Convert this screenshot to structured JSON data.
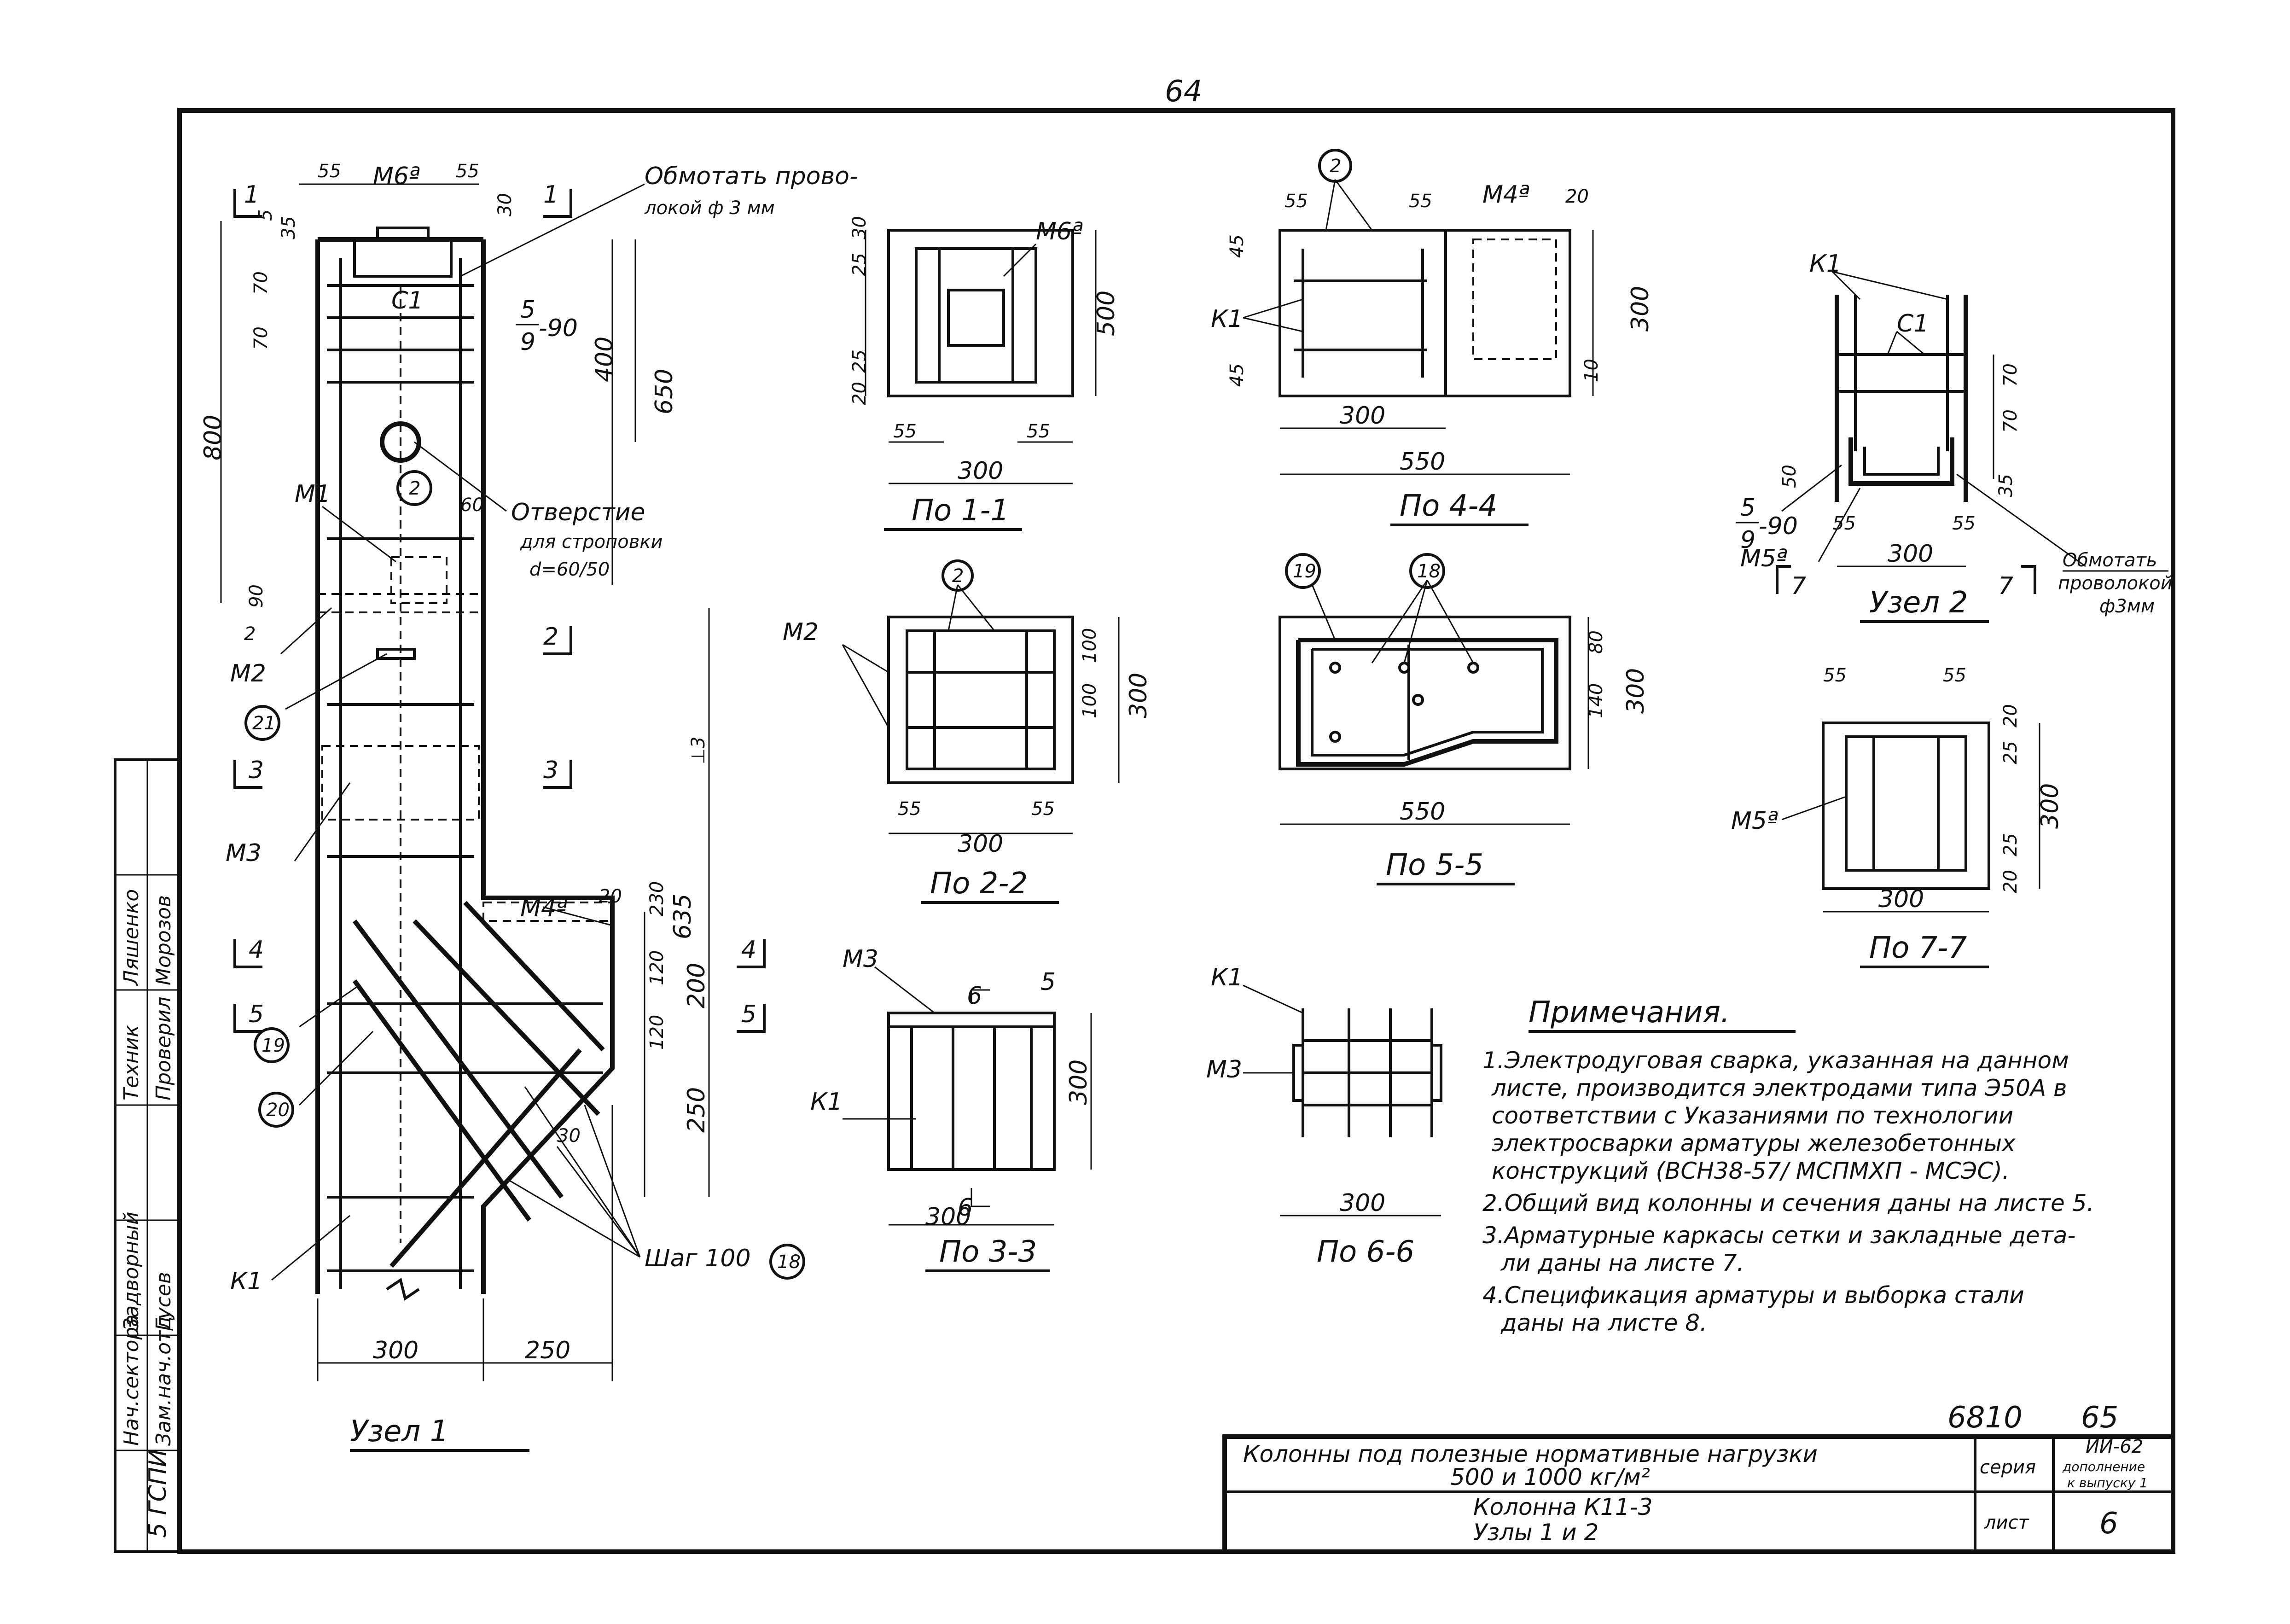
{
  "page": {
    "top_number": "64",
    "stamp_number": "6810",
    "sheet_number": "65"
  },
  "node1": {
    "title": "Узел 1",
    "labels": {
      "m6a": "М6ª",
      "wire_note_1": "Обмотать прово-",
      "wire_note_2": "локой ф 3 мм",
      "c1": "С1",
      "ratio_top": "5",
      "ratio_bottom": "9",
      "ratio_val": "-90",
      "m1": "М1",
      "m2": "М2",
      "m3": "М3",
      "m4a": "М4ª",
      "k1": "К1",
      "hole_1": "Отверстие",
      "hole_2": "для строповки",
      "hole_3": "d=60/50",
      "pos2": "2",
      "pos18": "18",
      "pos19": "19",
      "pos20": "20",
      "pos21": "21",
      "step": "Шаг 100",
      "dim_60": "60",
      "dim_30": "30",
      "joint": "⊥3"
    },
    "dims": {
      "d55a": "55",
      "d55b": "55",
      "d30": "30",
      "d35": "35",
      "d5": "5",
      "d70a": "70",
      "d70b": "70",
      "d800": "800",
      "d400": "400",
      "d650": "650",
      "d90": "90",
      "d635": "635",
      "d230": "230",
      "d120a": "120",
      "d120b": "120",
      "d200": "200",
      "d250v": "250",
      "d20": "20",
      "d300": "300",
      "d250": "250"
    },
    "sections": {
      "s1": "1",
      "s2": "2",
      "s3": "3",
      "s4": "4",
      "s5": "5"
    }
  },
  "view11": {
    "title": "По 1-1",
    "m6a": "М6ª",
    "d25a": "25",
    "d30a": "30",
    "d25b": "25",
    "d20": "20",
    "d500": "500",
    "d55a": "55",
    "d55b": "55",
    "d300": "300"
  },
  "view22": {
    "title": "По 2-2",
    "m2": "М2",
    "pos2": "2",
    "d100a": "100",
    "d100b": "100",
    "d300v": "300",
    "d55a": "55",
    "d55b": "55",
    "d300": "300"
  },
  "view33": {
    "title": "По 3-3",
    "m3": "М3",
    "k1": "К1",
    "s6": "6",
    "d5": "5",
    "d300v": "300",
    "d300": "300"
  },
  "view44": {
    "title": "По 4-4",
    "pos2": "2",
    "m4a": "М4ª",
    "k1": "К1",
    "d55a": "55",
    "d55b": "55",
    "d20": "20",
    "d45a": "45",
    "d45b": "45",
    "d300v": "300",
    "d10": "10",
    "d300": "300",
    "d550": "550"
  },
  "view55": {
    "title": "По 5-5",
    "pos19": "19",
    "pos18": "18",
    "d80": "80",
    "d140": "140",
    "d300v": "300",
    "d550": "550"
  },
  "view66": {
    "title": "По 6-6",
    "k1": "К1",
    "m3": "М3",
    "d300": "300"
  },
  "node2": {
    "title": "Узел 2",
    "k1": "К1",
    "c1": "С1",
    "ratio_top": "5",
    "ratio_bottom": "9",
    "ratio_val": "-90",
    "m5a": "М5ª",
    "d50": "50",
    "d55a": "55",
    "d55b": "55",
    "d300": "300",
    "d70a": "70",
    "d70b": "70",
    "d35": "35",
    "s7": "7",
    "wire_1": "Обмотать",
    "wire_2": "проволокой",
    "wire_3": "ф3мм"
  },
  "view77": {
    "title": "По 7-7",
    "m5a": "М5ª",
    "d55a": "55",
    "d55b": "55",
    "d20a": "20",
    "d25a": "25",
    "d25b": "25",
    "d20b": "20",
    "d300v": "300",
    "d300": "300"
  },
  "notes": {
    "heading": "Примечания.",
    "lines": [
      "1.Электродуговая сварка, указанная на данном",
      "листе, производится электродами типа Э50А в",
      "соответствии с Указаниями по технологии",
      "электросварки арматуры железобетонных",
      "конструкций (ВСН38-57/ МСПМХП - МСЭС).",
      "2.Общий вид колонны и сечения даны на листе 5.",
      "3.Арматурные каркасы сетки и закладные дета-",
      "ли даны на листе 7.",
      "4.Спецификация арматуры и выборка стали",
      "даны на листе 8."
    ]
  },
  "title_block": {
    "line1": "Колонны под полезные нормативные нагрузки",
    "line2": "500 и 1000 кг/м²",
    "line3": "Колонна К11-3",
    "line4": "Узлы 1 и 2",
    "series_label": "серия",
    "series_value": "ИИ-62",
    "series_sub1": "дополнение",
    "series_sub2": "к выпуску 1",
    "sheet_label": "лист",
    "sheet_value": "6"
  },
  "side_stamp": {
    "org": "5 ГСПИ",
    "row1a": "Нач.сектора",
    "row1b": "Задворный",
    "row2a": "Зам.нач.отд.",
    "row2b": "Гусев",
    "row3a": "Техник",
    "row3b": "Ляшенко",
    "row4a": "Проверил",
    "row4b": "Морозов"
  }
}
